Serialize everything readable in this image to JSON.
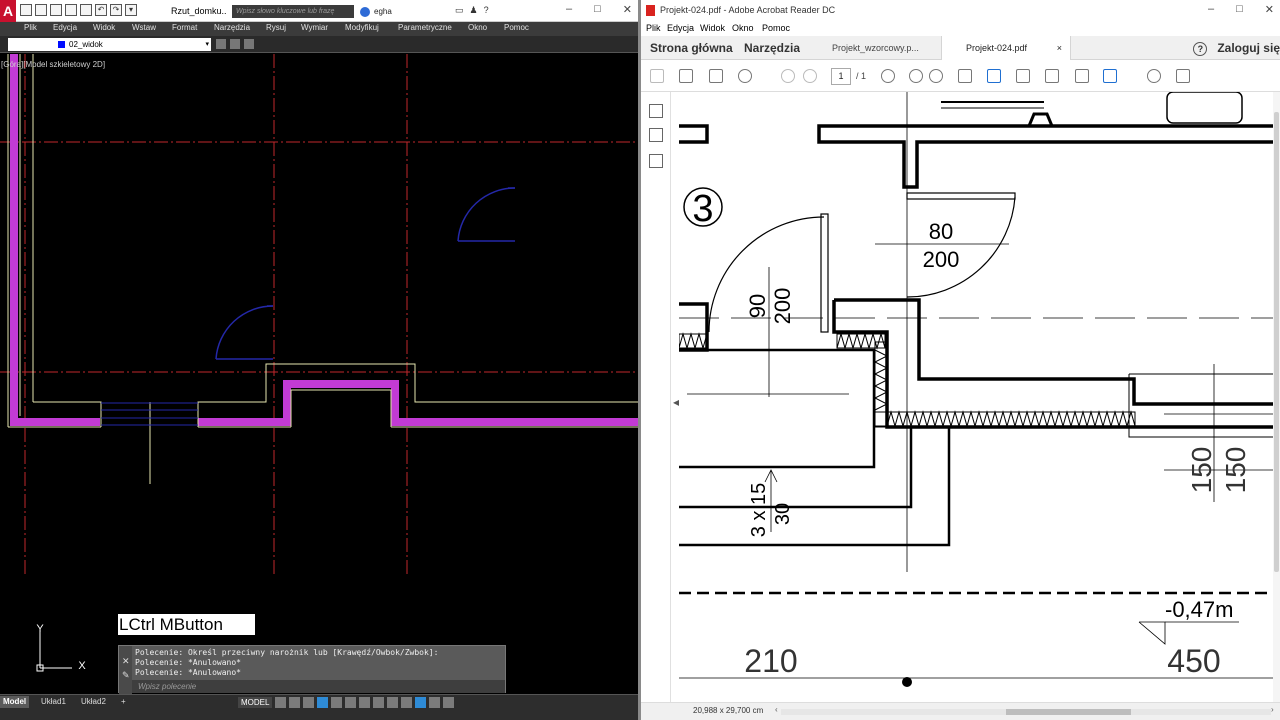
{
  "acad": {
    "doc_tab": "Rzut_domku...",
    "search_placeholder": "Wpisz słowo kluczowe lub frazę",
    "user": "egha",
    "menu": [
      "Plik",
      "Edycja",
      "Widok",
      "Wstaw",
      "Format",
      "Narzędzia",
      "Rysuj",
      "Wymiar",
      "Modyfikuj",
      "Parametryczne",
      "Okno",
      "Pomoc"
    ],
    "layer_name": "02_widok",
    "viewport_label": "[Góra][Model szkieletowy 2D]",
    "ucs_x": "X",
    "ucs_y": "Y",
    "tooltip": "LCtrl MButton",
    "command_lines": [
      "Polecenie: Określ przeciwny narożnik lub [Krawędź/Owbok/Zwbok]:",
      "Polecenie: *Anulowano*",
      "Polecenie: *Anulowano*"
    ],
    "command_placeholder": "Wpisz polecenie",
    "layout_tabs": [
      "Model",
      "Układ1",
      "Układ2"
    ],
    "model_label": "MODEL",
    "colors": {
      "wall_hatch": "#c23bd4",
      "axis": "#c0272d",
      "door": "#2428a8"
    }
  },
  "acro": {
    "window_title": "Projekt-024.pdf - Adobe Acrobat Reader DC",
    "menu": [
      "Plik",
      "Edycja",
      "Widok",
      "Okno",
      "Pomoc"
    ],
    "tab_home": "Strona główna",
    "tab_tools": "Narzędzia",
    "tab_doc1": "Projekt_wzorcowy.p...",
    "tab_doc2": "Projekt-024.pdf",
    "tab_close": "×",
    "login": "Zaloguj się",
    "page_current": "1",
    "page_total": "/ 1",
    "page_size": "20,988 x 29,700 cm",
    "drawing": {
      "room_number": "3",
      "door1_width": "80",
      "door1_height": "200",
      "door2_width": "90",
      "door2_height": "200",
      "stairs_count": "3 x 15",
      "stairs_depth": "30",
      "dim_150_a": "150",
      "dim_150_b": "150",
      "level": "-0,47m",
      "dim_210": "210",
      "dim_450": "450"
    }
  }
}
